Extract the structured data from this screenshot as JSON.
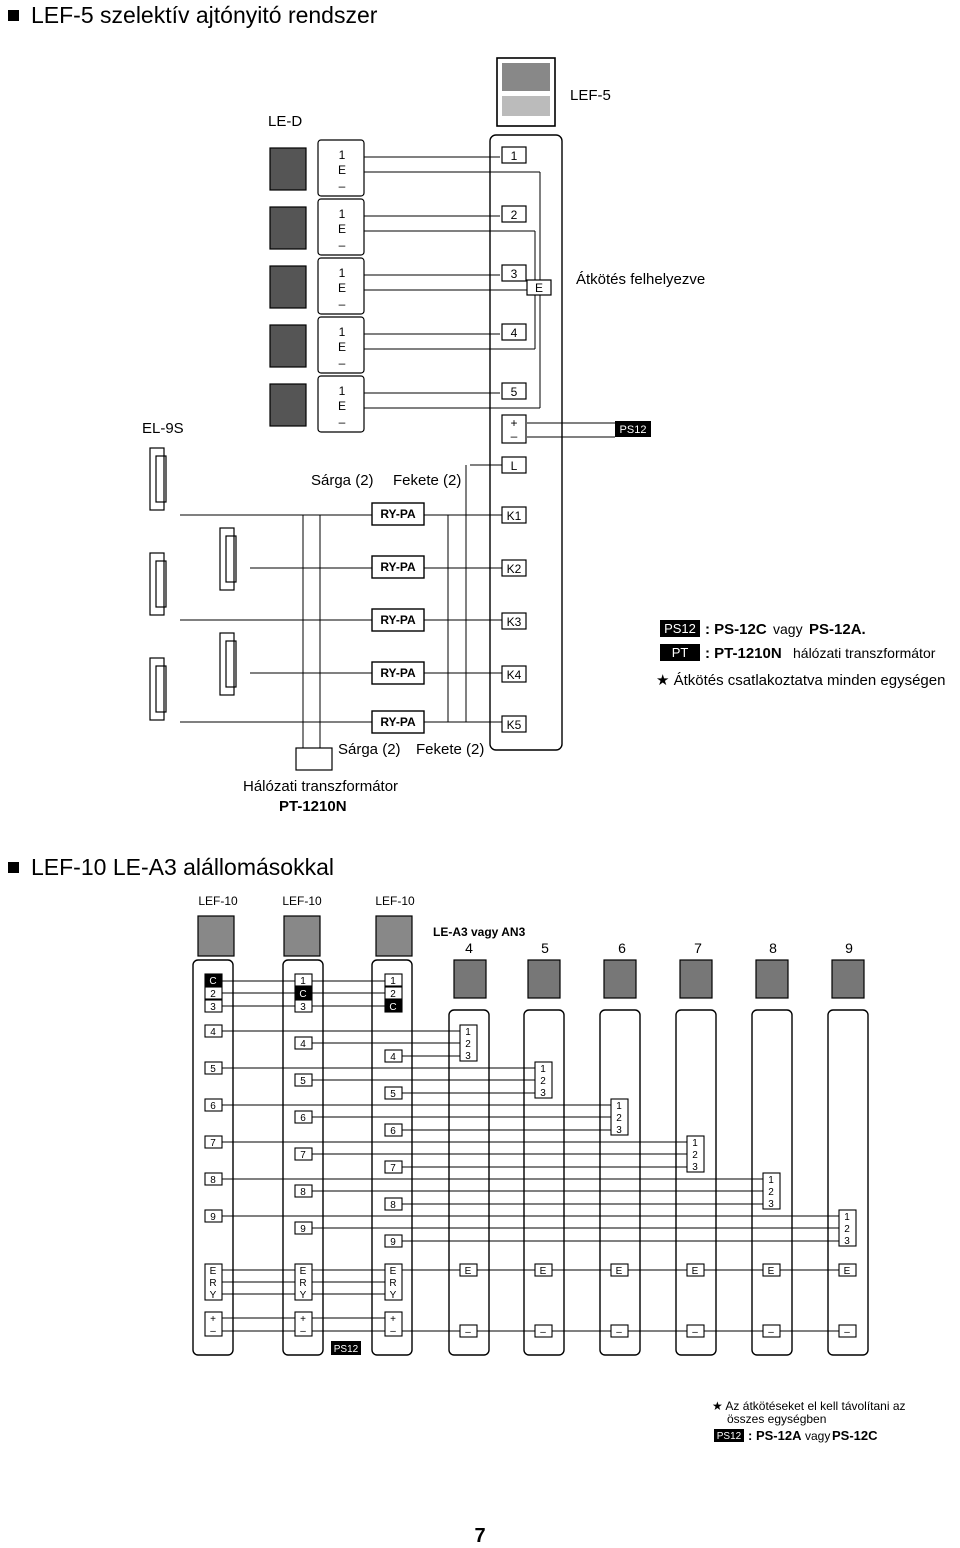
{
  "section1": {
    "title": "LEF-5 szelektív ajtónyitó rendszer",
    "master_label": "LEF-5",
    "sub_label": "LE-D",
    "door_label": "EL-9S",
    "terminal_stack": [
      "1",
      "E",
      "–"
    ],
    "master_terminals": [
      "1",
      "2",
      "3",
      "4",
      "5"
    ],
    "power_plus": "+",
    "power_minus": "–",
    "l_terminal": "L",
    "k_terminals": [
      "K1",
      "K2",
      "K3",
      "K4",
      "K5"
    ],
    "e_terminal": "E",
    "jumper_note": "Átkötés felhelyezve",
    "ps12_badge": "PS12",
    "relay_label": "RY-PA",
    "wire_yellow": "Sárga (2)",
    "wire_black": "Fekete (2)",
    "transformer_label": "Hálózati transzformátor",
    "transformer_model": "PT-1210N",
    "legend": {
      "ps12_tag": "PS12",
      "ps12_text_a": ": PS-12C",
      "ps12_text_or": "vagy",
      "ps12_text_b": "PS-12A.",
      "pt_tag": "PT",
      "pt_text_a": ": PT-1210N",
      "pt_text_b": "hálózati transzformátor",
      "star_note": "★  Átkötés csatlakoztatva minden egységen"
    }
  },
  "section2": {
    "title": "LEF-10 LE-A3 alállomásokkal",
    "master_labels": [
      "LEF-10",
      "LEF-10",
      "LEF-10"
    ],
    "sub_type_label": "LE-A3 vagy AN3",
    "sub_numbers": [
      "4",
      "5",
      "6",
      "7",
      "8",
      "9"
    ],
    "m1_top": [
      "C",
      "2",
      "3"
    ],
    "m2_top": [
      "1",
      "C",
      "3"
    ],
    "m3_top": [
      "1",
      "2",
      "C"
    ],
    "station_terminals": [
      "4",
      "5",
      "6",
      "7",
      "8",
      "9"
    ],
    "sub_terminals": [
      "1",
      "2",
      "3"
    ],
    "e_block": [
      "E",
      "R",
      "Y"
    ],
    "power_block": [
      "+",
      "–"
    ],
    "e_terminal": "E",
    "minus_terminal": "–",
    "ps12_badge": "PS12",
    "note_line1": "★  Az átkötéseket el kell távolítani az",
    "note_line2": "összes egységben",
    "legend_ps12_tag": "PS12",
    "legend_ps12_text": ": PS-12A",
    "legend_or": "vagy",
    "legend_ps12_b": "PS-12C"
  },
  "page_number": "7"
}
